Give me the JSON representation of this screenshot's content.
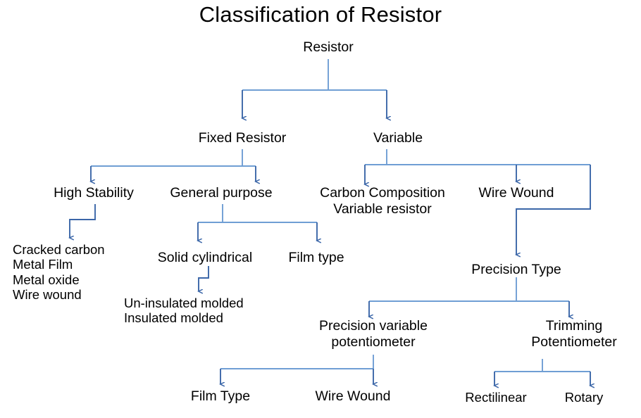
{
  "title": "Classification of Resistor",
  "colors": {
    "edge_dark": "#3b66a8",
    "edge_light": "#6f9ed4",
    "text": "#000000",
    "background": "#ffffff"
  },
  "nodes": {
    "root": "Resistor",
    "fixed_resistor": "Fixed Resistor",
    "variable": "Variable",
    "high_stability": "High Stability",
    "general_purpose": "General purpose",
    "carbon_composition": "Carbon Composition\nVariable resistor",
    "wire_wound_variable": "Wire Wound",
    "high_stability_list": "Cracked carbon\nMetal Film\nMetal oxide\nWire wound",
    "solid_cylindrical": "Solid cylindrical",
    "film_type_fixed": "Film type",
    "molded_list": "Un-insulated molded\nInsulated molded",
    "precision_type": "Precision Type",
    "precision_variable_potentiometer": "Precision variable\npotentiometer",
    "trimming_potentiometer": "Trimming\nPotentiometer",
    "film_type_precision": "Film Type",
    "wire_wound_precision": "Wire Wound",
    "rectilinear": "Rectilinear",
    "rotary": "Rotary"
  },
  "tree": {
    "Resistor": [
      "Fixed Resistor",
      "Variable"
    ],
    "Fixed Resistor": [
      "High Stability",
      "General purpose"
    ],
    "Variable": [
      "Carbon Composition Variable resistor",
      "Wire Wound",
      "Precision Type"
    ],
    "High Stability": [
      "Cracked carbon",
      "Metal Film",
      "Metal oxide",
      "Wire wound"
    ],
    "General purpose": [
      "Solid cylindrical",
      "Film type"
    ],
    "Solid cylindrical": [
      "Un-insulated molded",
      "Insulated molded"
    ],
    "Precision Type": [
      "Precision variable potentiometer",
      "Trimming Potentiometer"
    ],
    "Precision variable potentiometer": [
      "Film Type",
      "Wire Wound"
    ],
    "Trimming Potentiometer": [
      "Rectilinear",
      "Rotary"
    ]
  }
}
